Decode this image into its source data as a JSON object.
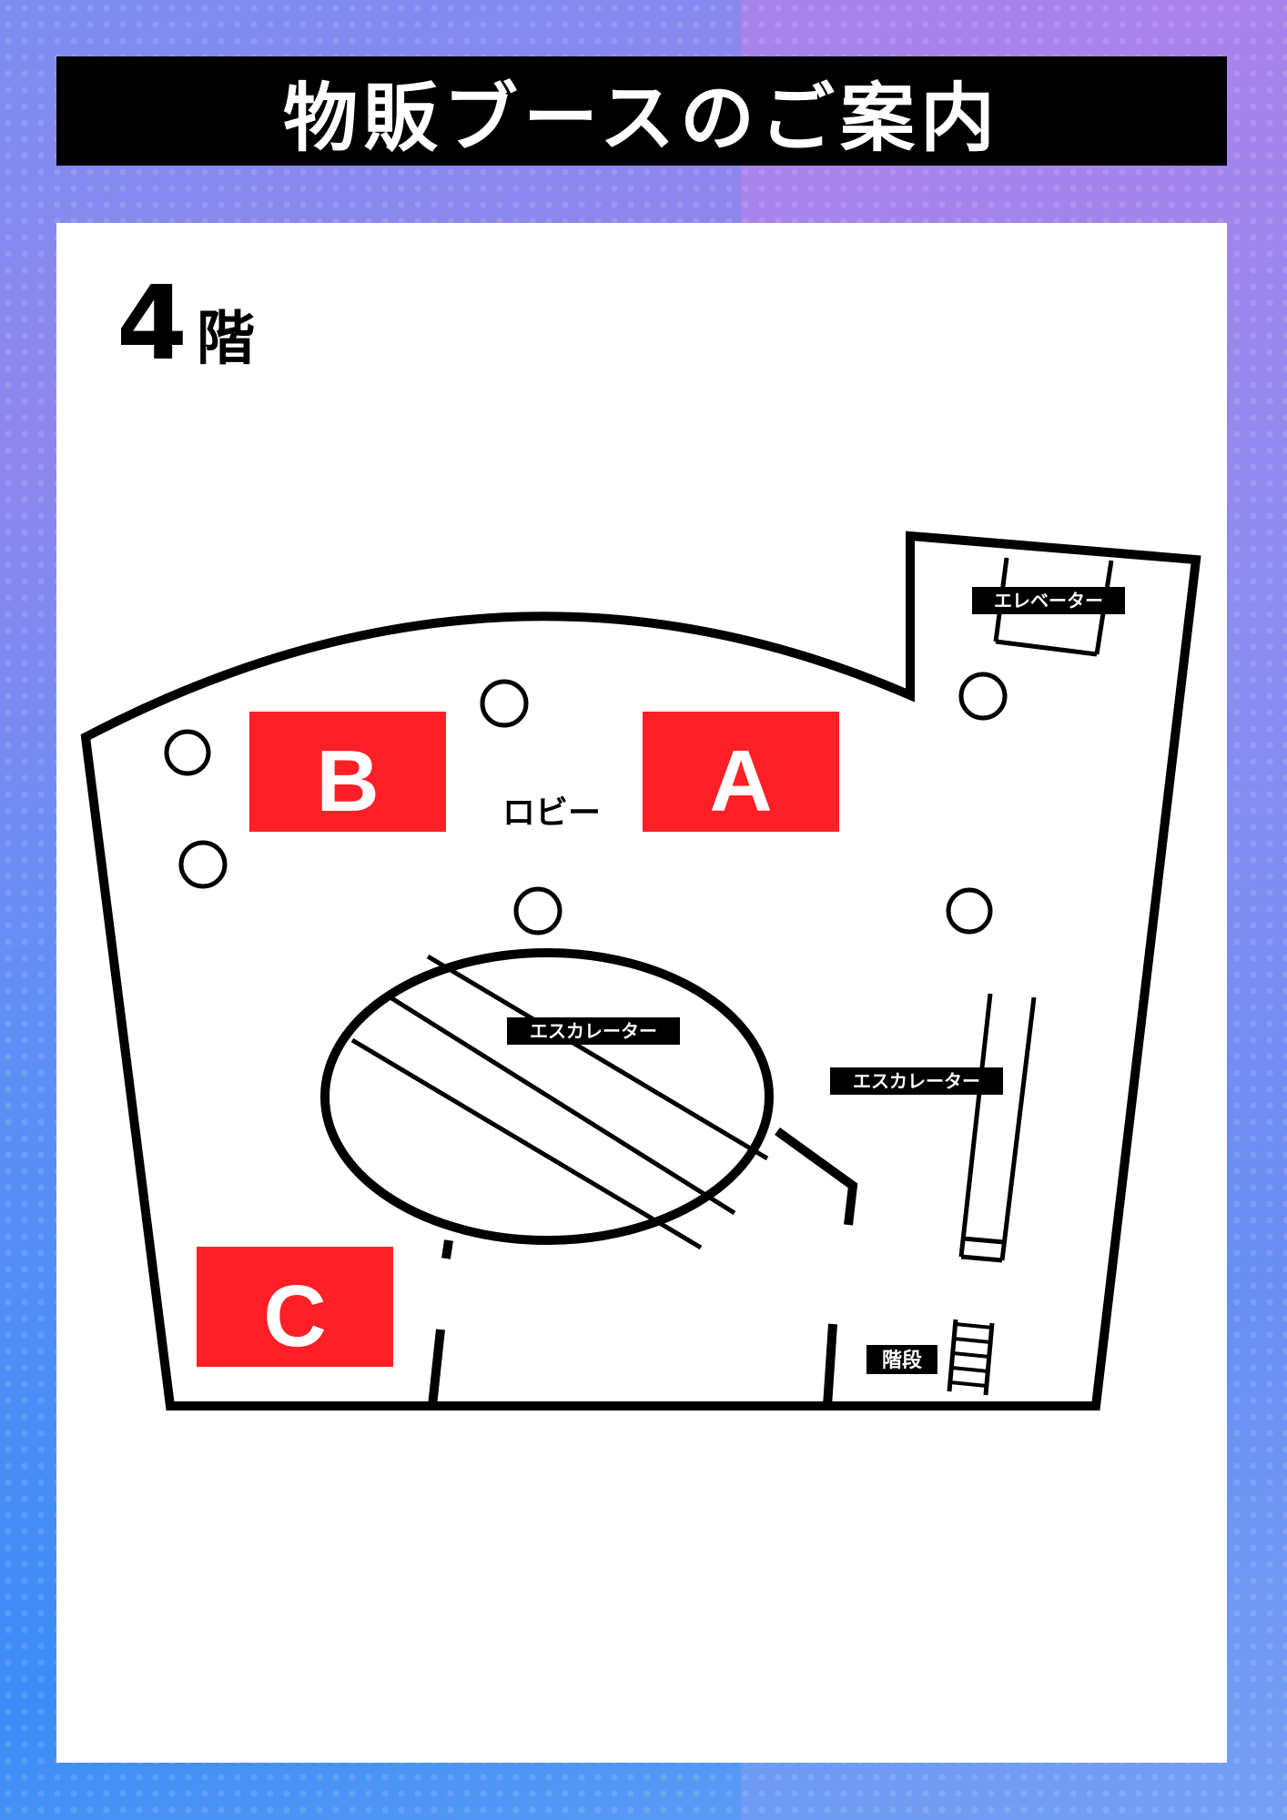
{
  "header": {
    "title": "物販ブースのご案内"
  },
  "floor": {
    "number": "4",
    "unit": "階"
  },
  "map": {
    "lobby_label": "ロビー",
    "booths": [
      {
        "id": "booth-a",
        "letter": "A"
      },
      {
        "id": "booth-b",
        "letter": "B"
      },
      {
        "id": "booth-c",
        "letter": "C"
      }
    ],
    "labels": {
      "elevator": "エレベーター",
      "escalator_center": "エスカレーター",
      "escalator_right": "エスカレーター",
      "stairs": "階段"
    }
  },
  "colors": {
    "booth": "#ff1f26",
    "label_bg": "#000000",
    "label_text": "#ffffff"
  }
}
